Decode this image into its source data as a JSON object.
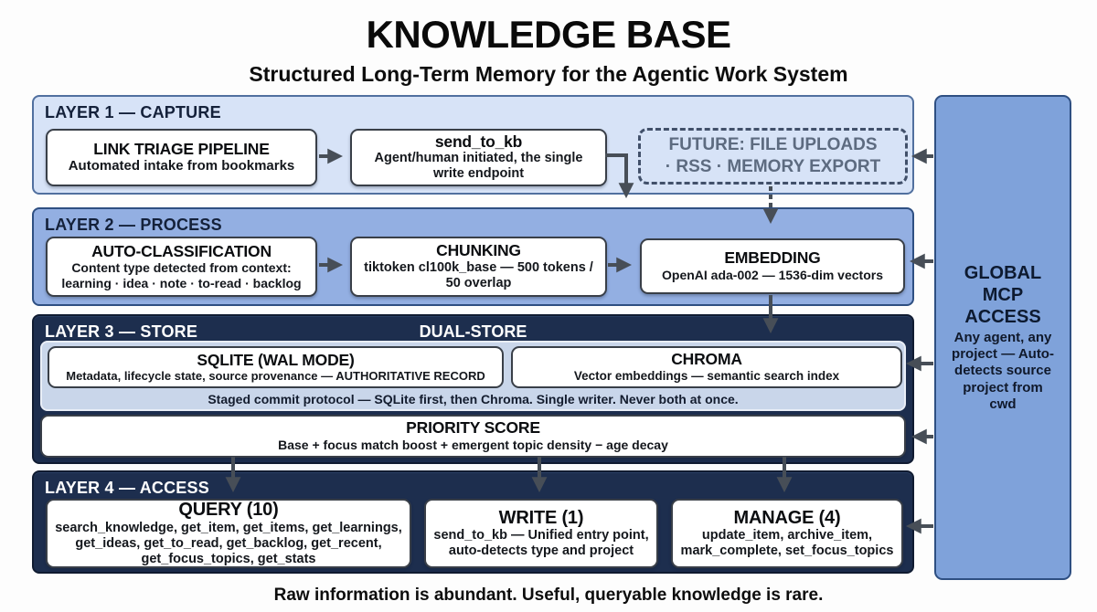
{
  "title": "KNOWLEDGE BASE",
  "subtitle": "Structured Long-Term Memory for the Agentic Work System",
  "footer": "Raw information is abundant. Useful, queryable knowledge is rare.",
  "layer1": {
    "header": "LAYER 1 — CAPTURE",
    "link_triage": {
      "title": "LINK TRIAGE PIPELINE",
      "subtitle": "Automated intake from bookmarks"
    },
    "send_to_kb": {
      "title": "send_to_kb",
      "subtitle": "Agent/human initiated, the single write endpoint"
    },
    "future": {
      "label": "FUTURE: FILE UPLOADS · RSS · MEMORY EXPORT"
    }
  },
  "layer2": {
    "header": "LAYER 2 — PROCESS",
    "auto_classification": {
      "title": "AUTO-CLASSIFICATION",
      "subtitle": "Content type detected from context: learning · idea · note · to-read · backlog"
    },
    "chunking": {
      "title": "CHUNKING",
      "subtitle": "tiktoken cl100k_base — 500 tokens / 50 overlap"
    },
    "embedding": {
      "title": "EMBEDDING",
      "subtitle": "OpenAI ada-002 — 1536-dim vectors"
    }
  },
  "layer3": {
    "header": "LAYER 3 — STORE",
    "dual_store_label": "DUAL-STORE",
    "sqlite": {
      "title": "SQLITE (WAL MODE)",
      "subtitle": "Metadata, lifecycle state, source provenance — AUTHORITATIVE RECORD"
    },
    "chroma": {
      "title": "CHROMA",
      "subtitle": "Vector embeddings — semantic search index"
    },
    "staged_commit": "Staged commit protocol — SQLite first, then Chroma. Single writer. Never both at once.",
    "priority": {
      "title": "PRIORITY SCORE",
      "subtitle": "Base + focus match boost + emergent topic density − age decay"
    }
  },
  "layer4": {
    "header": "LAYER 4 — ACCESS",
    "query": {
      "title": "QUERY (10)",
      "subtitle": "search_knowledge, get_item, get_items, get_learnings, get_ideas, get_to_read, get_backlog, get_recent, get_focus_topics, get_stats"
    },
    "write": {
      "title": "WRITE (1)",
      "subtitle": "send_to_kb — Unified entry point, auto-detects type and project"
    },
    "manage": {
      "title": "MANAGE (4)",
      "subtitle": "update_item, archive_item, mark_complete, set_focus_topics"
    }
  },
  "sidebar": {
    "title": "GLOBAL MCP ACCESS",
    "body": "Any agent, any project — Auto-detects source project from cwd"
  },
  "colors": {
    "layer_light_bg": "#d7e3f7",
    "layer_medium_bg": "#93afe2",
    "layer_dark_bg": "#1d2e4e",
    "sidebar_bg": "#7fa2da",
    "staged_strip_bg": "#c9d6ea",
    "arrow": "#474e57",
    "future_text": "#5d6b80"
  }
}
